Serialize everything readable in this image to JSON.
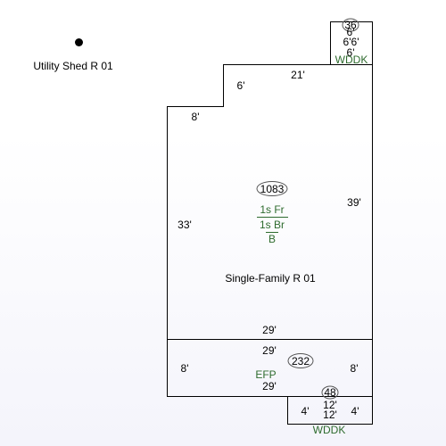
{
  "colors": {
    "outline": "#000000",
    "code_text": "#2e6b2e",
    "dimension_text": "#000000"
  },
  "utility_shed": {
    "label": "Utility Shed R 01",
    "marker_icon": "filled-dot-icon"
  },
  "main_house": {
    "label": "Single-Family R 01",
    "area": "1083",
    "codes": [
      "1s Fr",
      "1s Br",
      "B"
    ],
    "dimensions": {
      "top": "21'",
      "notch_vertical": "6'",
      "notch_horizontal": "8'",
      "left": "33'",
      "right": "39'",
      "bottom": "29'"
    }
  },
  "wood_deck_top": {
    "area": "36",
    "code": "WDDK",
    "dimensions": {
      "top": "6'",
      "left": "6'",
      "right": "6'",
      "bottom": "6'"
    }
  },
  "enclosed_porch": {
    "area": "232",
    "code": "EFP",
    "dimensions": {
      "top": "29'",
      "bottom": "29'",
      "left": "8'",
      "right": "8'"
    }
  },
  "wood_deck_bottom": {
    "area": "48",
    "code": "WDDK",
    "dimensions": {
      "top": "12'",
      "bottom": "12'",
      "left": "4'",
      "right": "4'"
    }
  }
}
